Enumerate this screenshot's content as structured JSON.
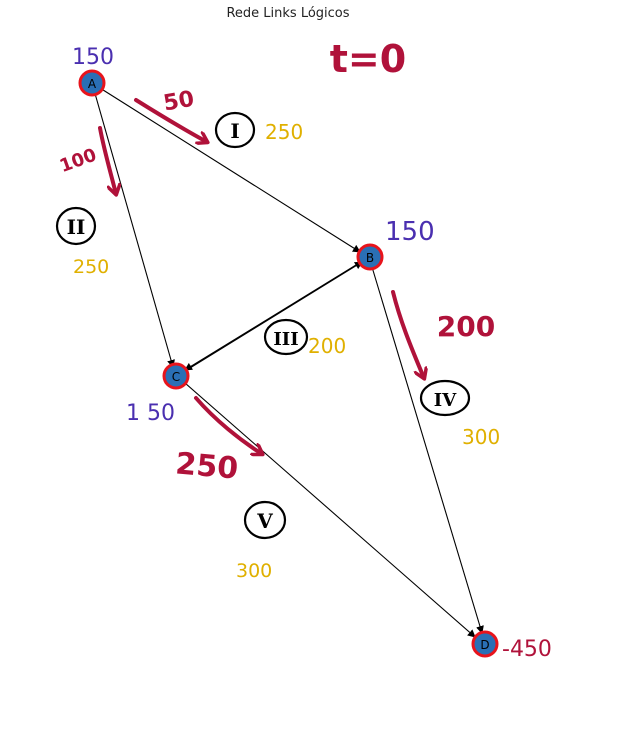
{
  "title": "Rede Links Lógicos",
  "time_label": "t=0",
  "colors": {
    "node_fill": "#2a6fb5",
    "node_stroke": "#e8141c",
    "edge": "#000000",
    "flow": "#b0123a",
    "supply": "#4a2fb0",
    "capacity": "#e0b000"
  },
  "nodes": [
    {
      "id": "A",
      "supply": "150"
    },
    {
      "id": "B",
      "supply": "150"
    },
    {
      "id": "C",
      "supply": "1 50"
    },
    {
      "id": "D",
      "supply": "-450"
    }
  ],
  "links": [
    {
      "from": "A",
      "to": "B",
      "roman": "I",
      "capacity": "250",
      "flow": "50"
    },
    {
      "from": "A",
      "to": "C",
      "roman": "II",
      "capacity": "250",
      "flow": "100"
    },
    {
      "from": "B",
      "to": "C",
      "roman": "III",
      "capacity": "200",
      "flow": ""
    },
    {
      "from": "B",
      "to": "D",
      "roman": "IV",
      "capacity": "300",
      "flow": "200"
    },
    {
      "from": "C",
      "to": "D",
      "roman": "V",
      "capacity": "300",
      "flow": "250"
    }
  ]
}
